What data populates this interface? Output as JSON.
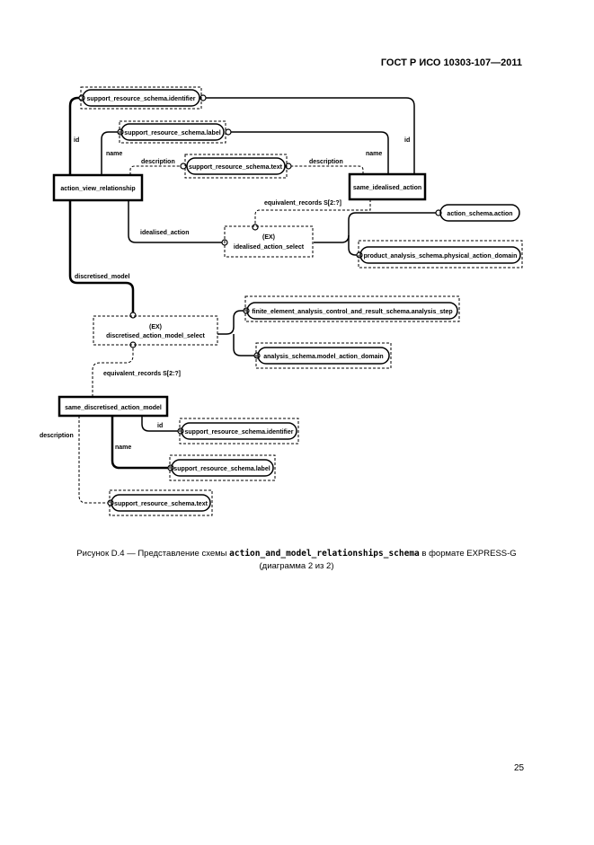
{
  "header": {
    "standard": "ГОСТ Р ИСО 10303-107—2011"
  },
  "diagram": {
    "nodes": {
      "n1": "support_resource_schema.identifier",
      "n2": "support_resource_schema.label",
      "n3": "support_resource_schema.text",
      "avr": "action_view_relationship",
      "sia": "same_idealised_action",
      "ias_ex": "(EX)",
      "ias": "idealised_action_select",
      "asa": "action_schema.action",
      "pad": "product_analysis_schema.physical_action_domain",
      "dms_ex": "(EX)",
      "dms": "discretised_action_model_select",
      "fea": "finite_element_analysis_control_and_result_schema.analysis_step",
      "ams": "analysis_schema.model_action_domain",
      "sdam": "same_discretised_action_model",
      "n4": "support_resource_schema.identifier",
      "n5": "support_resource_schema.label",
      "n6": "support_resource_schema.text"
    },
    "edges": {
      "id_left": "id",
      "id_right": "id",
      "name_left": "name",
      "name_right": "name",
      "desc_left": "description",
      "desc_right": "description",
      "equiv1": "equivalent_records S[2:?]",
      "idealised": "idealised_action",
      "discretised": "discretised_model",
      "equiv2": "equivalent_records S[2:?]",
      "id_bottom": "id",
      "name_bottom": "name",
      "desc_bottom": "description"
    }
  },
  "caption": {
    "prefix": "Рисунок  D.4 — Представление схемы ",
    "schema": "action_and_model_relationships_schema",
    "suffix": " в формате EXPRESS-G",
    "line2": "(диаграмма 2 из 2)"
  },
  "page_number": "25"
}
